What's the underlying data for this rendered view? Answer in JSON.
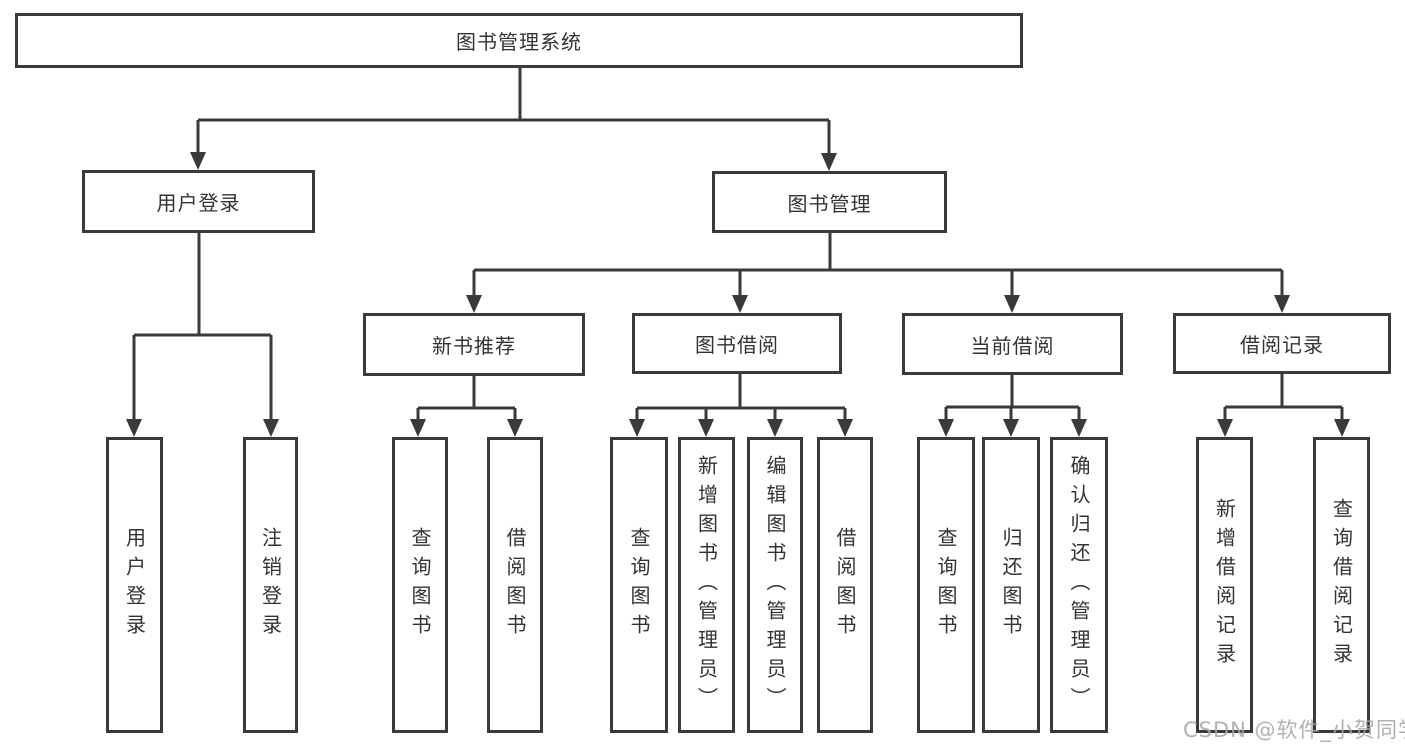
{
  "diagram": {
    "root": {
      "label": "图书管理系统"
    },
    "user_login": {
      "label": "用户登录",
      "children": [
        {
          "label": "用户登录"
        },
        {
          "label": "注销登录"
        }
      ]
    },
    "book_mgmt": {
      "label": "图书管理"
    },
    "new_books": {
      "label": "新书推荐",
      "children": [
        {
          "label": "查询图书"
        },
        {
          "label": "借阅图书"
        }
      ]
    },
    "book_borrow": {
      "label": "图书借阅",
      "children": [
        {
          "label": "查询图书"
        },
        {
          "label": "新增图书（管理员）"
        },
        {
          "label": "编辑图书（管理员）"
        },
        {
          "label": "借阅图书"
        }
      ]
    },
    "current_borrow": {
      "label": "当前借阅",
      "children": [
        {
          "label": "查询图书"
        },
        {
          "label": "归还图书"
        },
        {
          "label": "确认归还（管理员）"
        }
      ]
    },
    "borrow_records": {
      "label": "借阅记录",
      "children": [
        {
          "label": "新增借阅记录"
        },
        {
          "label": "查询借阅记录"
        }
      ]
    }
  },
  "watermark": {
    "text": "CSDN @软件_小贺同学"
  },
  "colors": {
    "line": "#3a3a3a",
    "text": "#333333",
    "watermark": "#a9a9a9",
    "background": "#ffffff"
  }
}
